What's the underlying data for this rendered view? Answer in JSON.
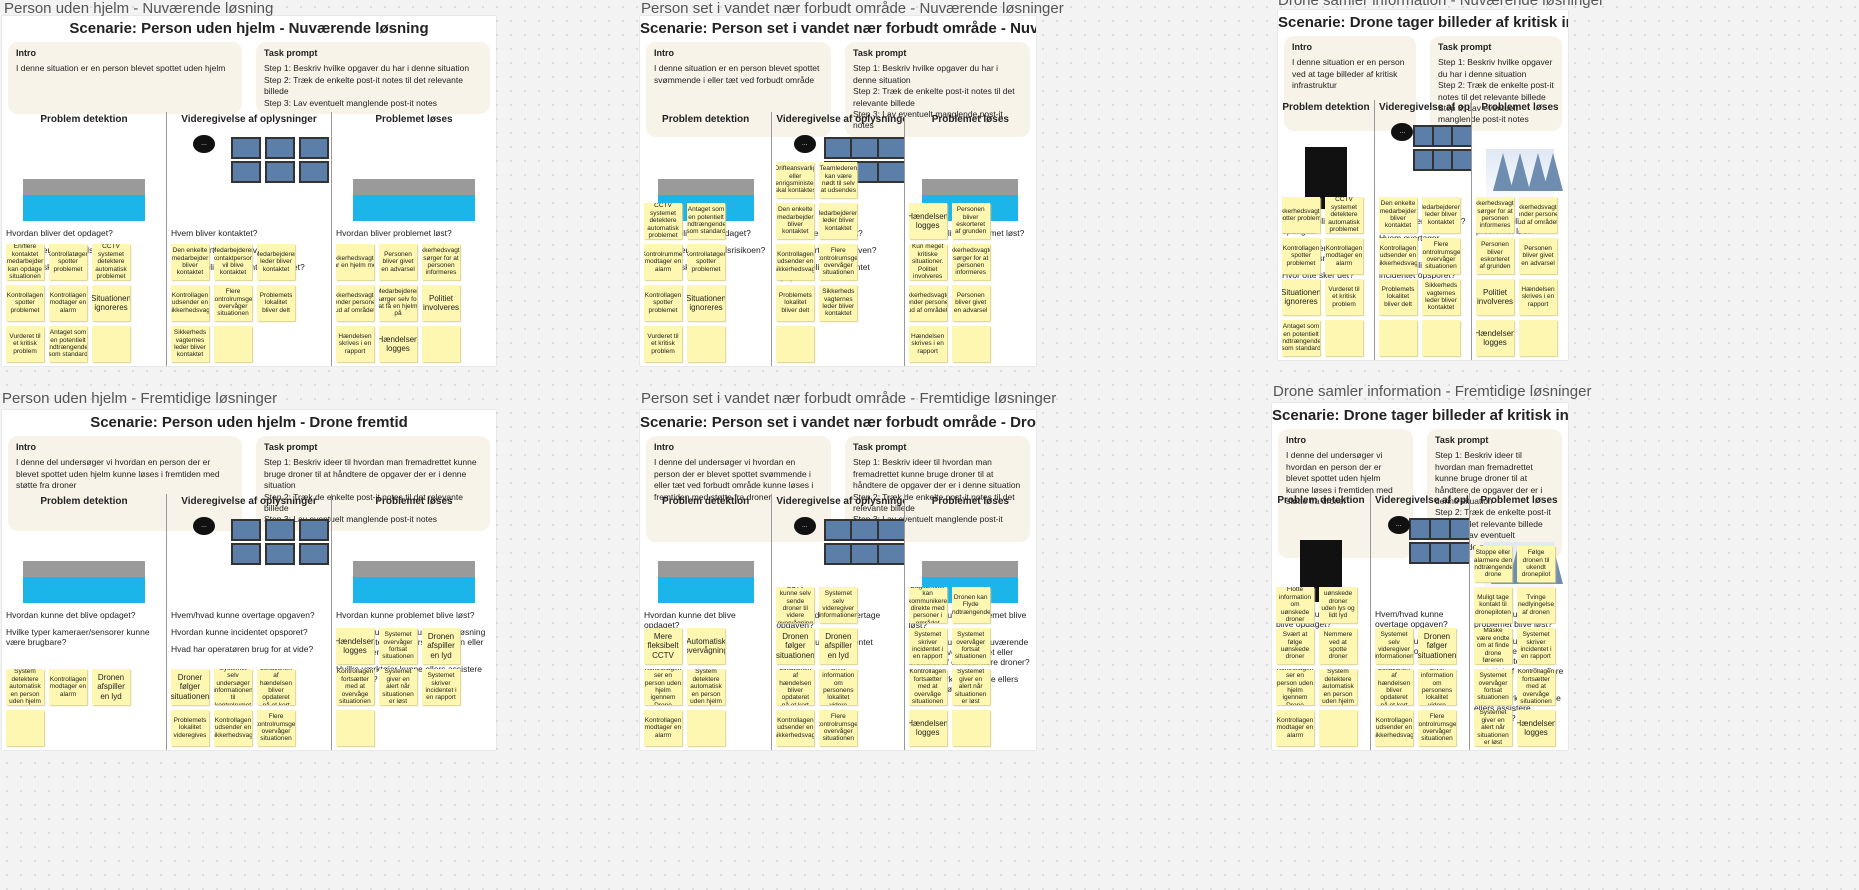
{
  "boards": [
    {
      "title": "Person uden hjelm - Nuværende løsning",
      "heading": "Scenarie: Person uden hjelm - Nuværende løsning",
      "intro_label": "Intro",
      "intro": "I denne situation er en person blevet spottet uden hjelm",
      "task_label": "Task prompt",
      "task": [
        "Step 1: Beskriv hvilke opgaver du har i denne situation",
        "Step 2: Træk de enkelte post-it notes til det relevante billede",
        "Step 3: Lav eventuelt manglende post-it notes"
      ],
      "cols": [
        {
          "label": "Problem detektion",
          "questions": [
            "Hvordan bliver det opdaget?",
            "Hvor stor er sikkerhedsrisikoen?",
            "Hvor ofte sker det?"
          ],
          "notes": [
            "En/flere kontaktet medarbejder kan opdage situationen",
            "Kontrollatøgen spotter problemet",
            "CCTV systemet detektere automatisk problemet",
            "Kontrollagen spotter problemet",
            "Kontrollagen modtager en alarm",
            "Situationen ignoreres",
            "Vurderet til et kritisk problem",
            "Antaget som en potentielt indtrængende som standard",
            ""
          ]
        },
        {
          "label": "Videregivelse af oplysninger",
          "questions": [
            "Hvem bliver kontaktet?",
            "Hvem overtager opgaven?",
            "Hvordan bliver incidentet opsporet?"
          ],
          "notes": [
            "Den enkelte medarbejder bliver kontaktet",
            "Medarbejderen kontaktperson vil blive kontaktet",
            "Medarbejderen leder bliver kontaktet",
            "Kontrollagen udsender en sikkerhedsvagt",
            "Flere kontrolrumsger overvåger situationen",
            "Problemets lokalitet bliver delt",
            "Sikkerheds vagternes leder bliver kontaktet",
            ""
          ]
        },
        {
          "label": "Problemet løses",
          "questions": [
            "Hvordan bliver problemet løst?"
          ],
          "notes": [
            "Sikkerhedsvagten har en hjelm med",
            "Personen bliver givet en advarsel",
            "Sikkerhedsvagten sørger for at personen informeres",
            "Sikkerhedsvagten sender personen ud af området",
            "Medarbejderen sørger selv for at få en hjelm på",
            "Politiet involveres",
            "Hændelsen skrives i en rapport",
            "Hændelsen logges",
            ""
          ]
        }
      ]
    },
    {
      "title": "Person set i vandet nær forbudt område - Nuværende løsninger",
      "heading": "Scenarie: Person set i vandet nær forbudt område - Nuværende løsninger",
      "intro_label": "Intro",
      "intro": "I denne situation er en person blevet spottet svømmende i eller tæt ved forbudt område",
      "task_label": "Task prompt",
      "task": [
        "Step 1: Beskriv hvilke opgaver du har i denne situation",
        "Step 2: Træk de enkelte post-it notes til det relevante billede",
        "Step 3: Lav eventuelt manglende post-it notes"
      ],
      "cols": [
        {
          "label": "Problem detektion",
          "questions": [
            "Hvordan bliver det opdaget?",
            "Hvor stor er sikkerhedsrisikoen?",
            "Hvor ofte sker det?"
          ],
          "notes": [
            "CCTV systemet detektere automatisk problemet",
            "Antaget som en potentielt indtrængende som standard",
            "Kontrolrummet modtager en alarm",
            "Kontrollatøgen spotter problemet",
            "Kontrollagen spotter problemet",
            "Situationen ignoreres",
            "Vurderet til et kritisk problem",
            ""
          ]
        },
        {
          "label": "Videregivelse af oplysninger",
          "questions": [
            "Hvem bliver kontaktet?",
            "Hvem overtager opgaven?",
            "Hvordan bliver incidentet opsporet?"
          ],
          "notes": [
            "Drifteansvarlig eller udenrigsministeriet skal kontaktes",
            "Teamlederen kan være nødt til selv at udsendes",
            "Den enkelte medarbejder bliver kontaktet",
            "Medarbejderens leder bliver kontaktet",
            "Kontrollagen udsender en sikkerhedsvagt",
            "Flere kontrolrumsger overvåger situationen",
            "Problemets lokalitet bliver delt",
            "Sikkerheds vagternes leder bliver kontaktet",
            ""
          ]
        },
        {
          "label": "Problemet løses",
          "questions": [
            "Hvordan bliver problemet løst?"
          ],
          "notes": [
            "Hændelsen logges",
            "Personen bliver eskorteret af grunden",
            "Kun meget kritiske situationer. Politiet involveres",
            "Sikkerhedsvagten sørger for at personen informeres",
            "Sikkerhedsvagten sender personen ud af området",
            "Personen bliver givet en advarsel",
            "Hændelsen skrives i en rapport",
            ""
          ]
        }
      ]
    },
    {
      "title": "Drone samler information - Nuværende løsninger",
      "heading": "Scenarie: Drone tager billeder af kritisk infrastruktur - Nuværende løsninger",
      "intro_label": "Intro",
      "intro": "I denne situation er en person ved at tage billeder af kritisk infrastruktur",
      "task_label": "Task prompt",
      "task": [
        "Step 1: Beskriv hvilke opgaver du har i denne situation",
        "Step 2: Træk de enkelte post-it notes til det relevante billede",
        "Step 3: Lav eventuelt manglende post-it notes"
      ],
      "cols": [
        {
          "label": "Problem detektion",
          "questions": [
            "Hvordan bliver det opdaget?",
            "Hvor stor er sikkerhedsrisikoen?",
            "Hvor ofte sker det?"
          ],
          "notes": [
            "Sikkerhedsvagten spotter problemet",
            "CCTV systemet detektere automatisk problemet",
            "Kontrollagen spotter problemet",
            "Kontrollagen modtager en alarm",
            "Situationen ignoreres",
            "Vurderet til et kritisk problem",
            "Antaget som en potentielt indtrængende som standard",
            ""
          ]
        },
        {
          "label": "Videregivelse af oplysninger",
          "questions": [
            "Hvem bliver kontaktet?",
            "Hvem overtager opgaven?",
            "Hvordan bliver incidentet opsporet?"
          ],
          "notes": [
            "Den enkelte medarbejder bliver kontaktet",
            "Medarbejderens leder bliver kontaktet",
            "Kontrollagen udsender en sikkerhedsvagt",
            "Flere kontrolrumsger overvåger situationen",
            "Problemets lokalitet bliver delt",
            "Sikkerheds vagternes leder bliver kontaktet",
            "",
            ""
          ]
        },
        {
          "label": "Problemet løses",
          "questions": [
            "Hvordan bliver problemet løst?"
          ],
          "notes": [
            "Sikkerhedsvagten sørger for at personen informeres",
            "Sikkerhedsvagten sender personen ud af området",
            "Personen bliver eskorteret af grunden",
            "Personen bliver givet en advarsel",
            "Politiet involveres",
            "Hændelsen skrives i en rapport",
            "Hændelsen logges",
            ""
          ]
        }
      ]
    },
    {
      "title": "Person uden hjelm - Fremtidige løsninger",
      "heading": "Scenarie: Person uden hjelm -  Drone fremtid",
      "intro_label": "Intro",
      "intro": "I denne del undersøger vi hvordan en person der er blevet spottet uden hjelm kunne løses i fremtiden med støtte fra droner",
      "task_label": "Task prompt",
      "task": [
        "Step 1: Beskriv ideer til hvordan man fremadrettet kunne bruge droner til at håndtere de opgaver der er i denne situation",
        "Step 2: Træk de enkelte post-it notes til det relevante billede",
        "Step 3: Lav eventuelt manglende post-it notes"
      ],
      "cols": [
        {
          "label": "Problem detektion",
          "questions": [
            "Hvordan kunne det blive opdaget?",
            "Hvilke typer kameraer/sensorer kunne være brugbare?"
          ],
          "notes": [
            "System detektere automatisk en person uden hjelm",
            "Kontrollagen modtager en alarm",
            "Dronen afspiller en lyd",
            ""
          ]
        },
        {
          "label": "Videregivelse af oplysninger",
          "questions": [
            "Hvem/hvad kunne overtage opgaven?",
            "Hvordan kunne incidentet opsporet?",
            "Hvad har operatøren brug for at vide?"
          ],
          "notes": [
            "Droner følger situationen",
            "Systemet selv undersøger informationen til kontrolrumet",
            "Lokationen af hændelsen bliver opdateret på et kort",
            "Problemets lokalitet videregives",
            "Kontrollagen udsender en sikkerhedsvagt",
            "Flere kontrolrumsger overvåger situationen"
          ]
        },
        {
          "label": "Problemet løses",
          "questions": [
            "Hvordan kunne problemet blive løst?",
            "Hvordan kunne den nuværende løsning blive assisteret eller erstattet af en eller flere droner?",
            "Hvilke værktøjer kunne ellers assistere løsningen?"
          ],
          "notes": [
            "Hændelsen logges",
            "Systemet overvåger fortsat situationen",
            "Dronen afspiller en lyd",
            "Kontrollagen fortsætter med at overvåge situationen",
            "Systemet giver en alert når situationen er løst",
            "Systemet skriver incidentet i en rapport",
            ""
          ]
        }
      ]
    },
    {
      "title": "Person set i vandet nær forbudt område - Fremtidige løsninger",
      "heading": "Scenarie: Person set i vandet nær forbudt område -  Drone fremtid",
      "intro_label": "Intro",
      "intro": "I denne del undersøger vi hvordan en person der er blevet spottet svømmende i eller tæt ved forbudt område kunne løses i fremtiden med støtte fra droner",
      "task_label": "Task prompt",
      "task": [
        "Step 1: Beskriv ideer til hvordan man fremadrettet kunne bruge droner til at håndtere de opgaver der er i denne situation",
        "Step 2: Træk de enkelte post-it notes til det relevante billede",
        "Step 3: Lav eventuelt manglende post-it notes"
      ],
      "cols": [
        {
          "label": "Problem detektion",
          "questions": [
            "Hvordan kunne det blive opdaget?"
          ],
          "notes": [
            "Mere fleksibelt CCTV",
            "Automatisk overvågning",
            "Kontrollagen ser en person uden hjelm igennem Drone",
            "System detektere automatisk en person uden hjelm",
            "Kontrollagen modtager en alarm",
            ""
          ]
        },
        {
          "label": "Videregivelse af oplysninger",
          "questions": [
            "Hvem/hvad kunne overtage opgaven?",
            "Hvordan kunne incidentet opsporet?"
          ],
          "notes": [
            "CCTV kunne selv sende droner til videre overvågning",
            "Systemet selv videregiver informationen",
            "Dronen følger situationen",
            "Dronen afspiller en lyd",
            "Lokationen af hændelsen bliver opdateret på et kort",
            "Giver information om personens lokalitet videre",
            "Kontrollagen udsender en sikkerhedsvagt",
            "Flere kontrolrumsger overvåger situationen"
          ]
        },
        {
          "label": "Problemet løses",
          "questions": [
            "Hvordan kunne problemet blive løst?",
            "Hvordan kunne den nuværende løsning blive assisteret eller erstattet af en eller flere droner?",
            "Hvilke værktøjer kunne ellers assistere løsningen?"
          ],
          "notes": [
            "Dagsbrikker kan kommunikere direkte med personer i området",
            "Dronen kan Flyde indtrængende",
            "Systemet skriver incidentet i en rapport",
            "Systemet overvåger fortsat situationen",
            "Kontrollagen fortsætter med at overvåge situationen",
            "Systemet giver en alert når situationen er løst",
            "Hændelsen logges",
            ""
          ]
        }
      ]
    },
    {
      "title": "Drone samler information - Fremtidige løsninger",
      "heading": "Scenarie: Drone tager billeder af kritisk infrastruktur - Drone fremtid",
      "intro_label": "Intro",
      "intro": "I denne del undersøger vi hvordan en person der er blevet spottet uden hjelm kunne løses i fremtiden med støtte fra droner",
      "task_label": "Task prompt",
      "task": [
        "Step 1: Beskriv ideer til hvordan man fremadrettet kunne bruge droner til at håndtere de opgaver der er i denne situation",
        "Step 2: Træk de enkelte post-it notes til det relevante billede",
        "Step 3: Lav eventuelt manglende post-it notes"
      ],
      "cols": [
        {
          "label": "Problem detektion",
          "questions": [
            "Hvordan kunne det blive opdaget?"
          ],
          "notes": [
            "Flotte information om uønskede droner",
            "uønskede droner uden lys og lidt lyd",
            "Svært at følge uønskede droner",
            "Nemmere ved at spotte droner",
            "Kontrollagen ser en person uden hjelm igennem Drone",
            "System detektere automatisk en person uden hjelm",
            "Kontrollagen modtager en alarm",
            ""
          ]
        },
        {
          "label": "Videregivelse af oplysninger",
          "questions": [
            "Hvem/hvad kunne overtage opgaven?",
            "Hvordan kunne incidentet opsporet?"
          ],
          "notes": [
            "Systemet selv videregiver informationen",
            "Dronen følger situationen",
            "Lokationen af hændelsen bliver opdateret på et kort",
            "Giver information om personens lokalitet videre",
            "Kontrollagen udsender en sikkerhedsvagt",
            "Flere kontrolrumsger overvåger situationen"
          ]
        },
        {
          "label": "Problemet løses",
          "questions": [
            "Hvordan kunne problemet blive løst?",
            "Hvordan kunne den nuværende løsning blive assisteret eller erstattet af en eller flere droner?",
            "Hvilke værktøjer kunne ellers assistere løsningen?"
          ],
          "notes": [
            "Stoppe eller alarmere den indtrængende drone",
            "Følge dronen til ukendt dronepilot",
            "Muligt tage kontakt til dronepiloten",
            "Tvinge nedlyingelse af dronen",
            "Måske være endte om at finde drone føreren",
            "Systemet skriver incidentet i en rapport",
            "Systemet overvåger fortsat situationen",
            "Kontrollagen fortsætter med at overvåge situationen",
            "Systemet giver en alert når situationen er løst",
            "Hændelsen logges"
          ]
        }
      ]
    }
  ]
}
